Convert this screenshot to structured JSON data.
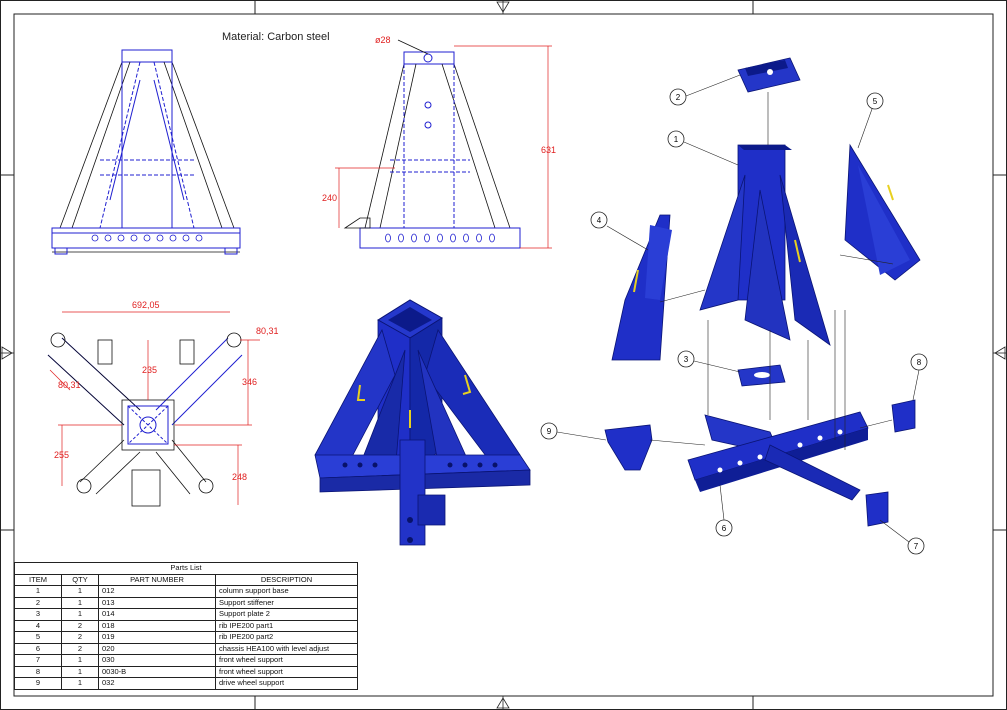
{
  "drawing": {
    "material_label": "Material: Carbon steel",
    "dims": {
      "hole_dia": "ø28",
      "height_total": "631",
      "height_lower": "240",
      "width_overall": "692,05",
      "rib_width_right": "80,31",
      "rib_width_left": "80,31",
      "offset_center": "235",
      "offset_right": "346",
      "offset_left": "255",
      "offset_bottom": "248"
    },
    "balloons": [
      "1",
      "2",
      "3",
      "4",
      "5",
      "6",
      "7",
      "8",
      "9"
    ]
  },
  "parts_list": {
    "caption": "Parts List",
    "headers": [
      "ITEM",
      "QTY",
      "PART NUMBER",
      "DESCRIPTION"
    ],
    "rows": [
      [
        "1",
        "1",
        "012",
        "column support base"
      ],
      [
        "2",
        "1",
        "013",
        "Support stiffener"
      ],
      [
        "3",
        "1",
        "014",
        "Support plate 2"
      ],
      [
        "4",
        "2",
        "018",
        "rib IPE200 part1"
      ],
      [
        "5",
        "2",
        "019",
        "rib IPE200 part2"
      ],
      [
        "6",
        "2",
        "020",
        "chassis HEA100 with level adjust"
      ],
      [
        "7",
        "1",
        "030",
        "front wheel support"
      ],
      [
        "8",
        "1",
        "0030-B",
        "front wheel support"
      ],
      [
        "9",
        "1",
        "032",
        "drive wheel support"
      ]
    ]
  },
  "colors": {
    "part_blue": "#1f2fc8",
    "part_dark": "#0c1a8a",
    "dim_red": "#e02020",
    "handle_yellow": "#e8d020"
  }
}
